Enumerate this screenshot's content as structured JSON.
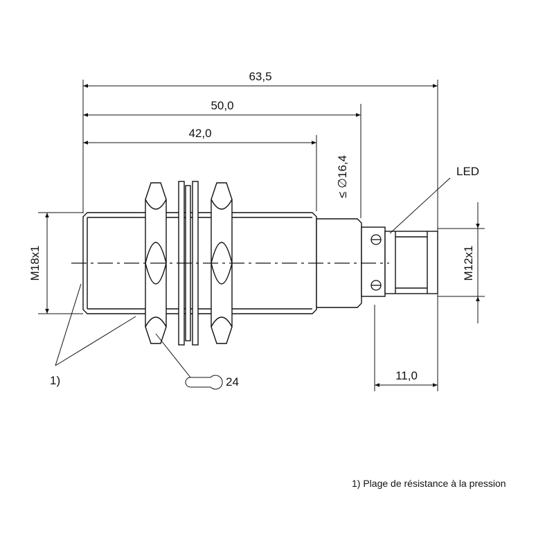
{
  "dimensions": {
    "overall_length": "63,5",
    "housing_length": "50,0",
    "thread_length": "42,0",
    "diameter": "≤ ∅16,4",
    "main_thread": "M18x1",
    "connector_thread": "M12x1",
    "connector_length": "11,0"
  },
  "labels": {
    "led": "LED",
    "note_marker": "1)",
    "wrench_size": "24"
  },
  "footnote": "1) Plage de résistance à la pression"
}
